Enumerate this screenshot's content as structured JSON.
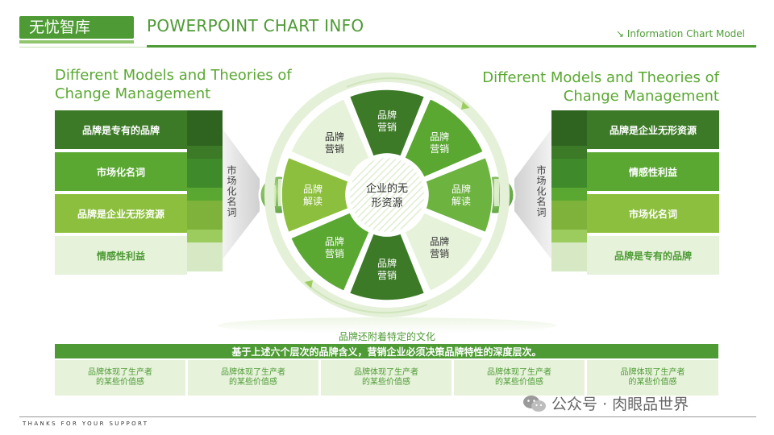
{
  "header": {
    "brand": "无忧智库",
    "title": "POWERPOINT CHART INFO",
    "subtitle_arrow": "↘",
    "subtitle": "Information Chart Model"
  },
  "left": {
    "heading_line1": "Different Models and Theories of",
    "heading_line2": "Change Management",
    "bars": [
      "品牌是专有的品牌",
      "市场化名词",
      "品牌是企业无形资源",
      "情感性利益"
    ],
    "funnel_label": "市场化名词"
  },
  "right": {
    "heading_line1": "Different Models and Theories of",
    "heading_line2": "Change Management",
    "bars": [
      "品牌是企业无形资源",
      "情感性利益",
      "市场化名词",
      "品牌是专有的品牌"
    ],
    "funnel_label": "市场化名词"
  },
  "wheel": {
    "center_line1": "企业的无",
    "center_line2": "形资源",
    "segments": [
      {
        "line1": "品牌",
        "line2": "营销"
      },
      {
        "line1": "品牌",
        "line2": "营销"
      },
      {
        "line1": "品牌",
        "line2": "解读"
      },
      {
        "line1": "品牌",
        "line2": "营销"
      },
      {
        "line1": "品牌",
        "line2": "营销"
      },
      {
        "line1": "品牌",
        "line2": "营销"
      },
      {
        "line1": "品牌",
        "line2": "解读"
      },
      {
        "line1": "品牌",
        "line2": "营销"
      }
    ]
  },
  "bottom": {
    "caption": "品牌还附着特定的文化",
    "banner": "基于上述六个层次的品牌含义，营销企业必须决策品牌特性的深度层次。",
    "cells": [
      {
        "line1": "品牌体现了生产者",
        "line2": "的某些价值感"
      },
      {
        "line1": "品牌体现了生产者",
        "line2": "的某些价值感"
      },
      {
        "line1": "品牌体现了生产者",
        "line2": "的某些价值感"
      },
      {
        "line1": "品牌体现了生产者",
        "line2": "的某些价值感"
      },
      {
        "line1": "品牌体现了生产者",
        "line2": "的某些价值感"
      }
    ]
  },
  "footer": {
    "thanks": "THANKS FOR YOUR SUPPORT",
    "wechat": "公众号 · 肉眼品世界"
  },
  "colors": {
    "dark_green": "#3d7a28",
    "green": "#4e9b35",
    "mid_green": "#6db33f",
    "light_green": "#8dbf3e",
    "pale_green": "#e7f2db"
  }
}
